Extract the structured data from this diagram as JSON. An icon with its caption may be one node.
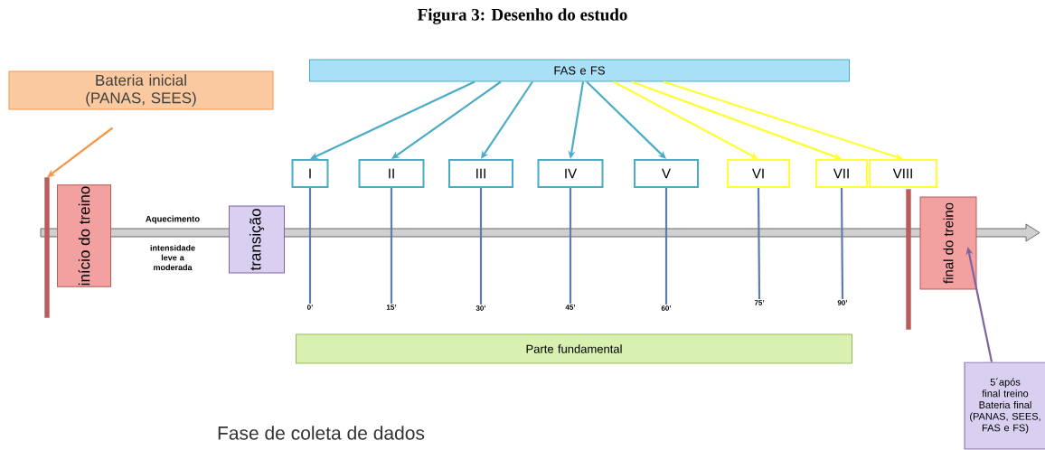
{
  "diagram": {
    "title": "Figura 3: Desenho do estudo",
    "nodes": [
      {
        "text": [
          "Bateria inicial (PANAS, SEES)"
        ]
      },
      {
        "text": [
          "FAS e FS"
        ]
      },
      {
        "text": [],
        "shape": "bar"
      },
      {
        "text": [
          "início do treino"
        ]
      },
      {
        "text": [
          "transição"
        ]
      },
      {
        "text": [
          "I"
        ]
      },
      {
        "text": [
          "II"
        ]
      },
      {
        "text": [
          "III"
        ]
      },
      {
        "text": [
          "IV"
        ]
      },
      {
        "text": [
          "V"
        ]
      },
      {
        "text": [
          "VI"
        ]
      },
      {
        "text": [
          "VII"
        ]
      },
      {
        "text": [
          "VIII"
        ]
      },
      {
        "text": [],
        "shape": "bar"
      },
      {
        "text": [
          "final do treino"
        ]
      },
      {
        "text": [
          "5´após final treino",
          "Bateria final (PANAS, SEES, FAS e FS)"
        ]
      },
      {
        "text": [
          "Parte fundamental"
        ]
      },
      {
        "text": [
          "0’"
        ]
      },
      {
        "text": [
          "15’"
        ]
      },
      {
        "text": [
          "30’"
        ]
      },
      {
        "text": [
          "45’"
        ]
      },
      {
        "text": [
          "60’"
        ]
      },
      {
        "text": [
          "75’"
        ]
      },
      {
        "text": [
          "90’"
        ]
      }
    ],
    "edges": [
      {
        "from": 0,
        "to": 2,
        "arrow": "to",
        "color": "#f79646"
      },
      {
        "from": 1,
        "to": 5,
        "arrow": "to",
        "color": "#4bacc6"
      },
      {
        "from": 1,
        "to": 6,
        "arrow": "to",
        "color": "#4bacc6"
      },
      {
        "from": 1,
        "to": 7,
        "arrow": "to",
        "color": "#4bacc6"
      },
      {
        "from": 1,
        "to": 8,
        "arrow": "to",
        "color": "#4bacc6"
      },
      {
        "from": 1,
        "to": 9,
        "arrow": "to",
        "color": "#4bacc6"
      },
      {
        "from": 1,
        "to": 10,
        "arrow": "to",
        "color": "#ffff33"
      },
      {
        "from": 1,
        "to": 11,
        "arrow": "to",
        "color": "#ffff33"
      },
      {
        "from": 1,
        "to": 12,
        "arrow": "to",
        "color": "#ffff33"
      },
      {
        "from": 15,
        "to": 14,
        "arrow": "to",
        "color": "#8064a2"
      },
      {
        "from": 5,
        "to": 17,
        "arrow": "none"
      },
      {
        "from": 6,
        "to": 18,
        "arrow": "none"
      },
      {
        "from": 7,
        "to": 19,
        "arrow": "none"
      },
      {
        "from": 8,
        "to": 20,
        "arrow": "none"
      },
      {
        "from": 9,
        "to": 21,
        "arrow": "none"
      },
      {
        "from": 10,
        "to": 22,
        "arrow": "none"
      },
      {
        "from": 11,
        "to": 23,
        "arrow": "none"
      }
    ],
    "labels": [
      "Aquecimento",
      "intensidade leve a moderada",
      "Fase de coleta de dados"
    ]
  }
}
